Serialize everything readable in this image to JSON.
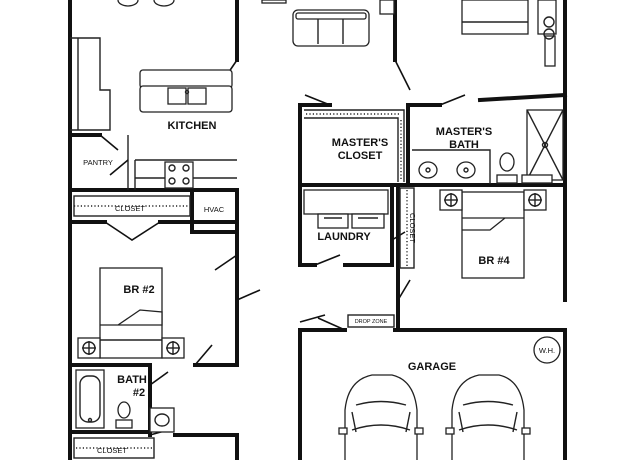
{
  "rooms": {
    "kitchen": "KITCHEN",
    "pantry": "PANTRY",
    "closet_1": "CLOSET",
    "hvac": "HVAC",
    "master_closet_line1": "MASTER'S",
    "master_closet_line2": "CLOSET",
    "master_bath_line1": "MASTER'S",
    "master_bath_line2": "BATH",
    "laundry": "LAUNDRY",
    "closet_laundry": "CLOSET",
    "br4": "BR #4",
    "br2": "BR #2",
    "bath2_line1": "BATH",
    "bath2_line2": "#2",
    "closet_2": "CLOSET",
    "drop_zone": "DROP ZONE",
    "garage": "GARAGE",
    "water_heater": "W.H."
  }
}
